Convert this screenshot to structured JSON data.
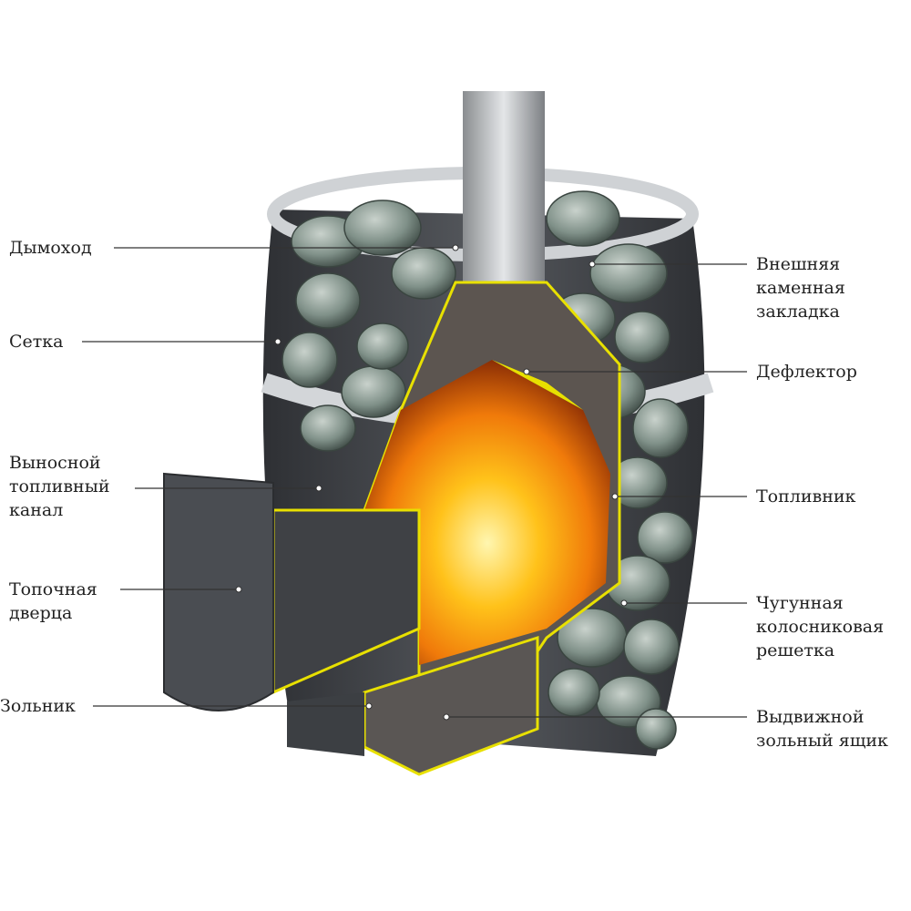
{
  "labels_left": [
    {
      "lines": [
        "Дымоход"
      ]
    },
    {
      "lines": [
        "Сетка"
      ]
    },
    {
      "lines": [
        "Выносной",
        "топливный",
        "канал"
      ]
    },
    {
      "lines": [
        "Топочная",
        "дверца"
      ]
    },
    {
      "lines": [
        "Зольник"
      ]
    }
  ],
  "labels_right": [
    {
      "lines": [
        "Внешняя",
        "каменная",
        "закладка"
      ]
    },
    {
      "lines": [
        "Дефлектор"
      ]
    },
    {
      "lines": [
        "Топливник"
      ]
    },
    {
      "lines": [
        "Чугунная",
        "колосниковая",
        "решетка"
      ]
    },
    {
      "lines": [
        "Выдвижной",
        "зольный ящик"
      ]
    }
  ],
  "colors": {
    "cut_edge": "#e8e000",
    "body": "#4a4d52",
    "stone": "#7f9088",
    "fire": "#f59a12"
  }
}
